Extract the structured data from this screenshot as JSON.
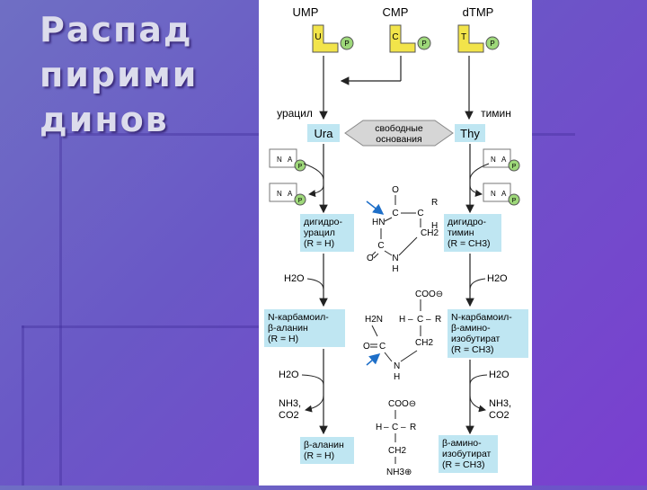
{
  "slide": {
    "title_lines": [
      "Распад",
      "пирими",
      "динов"
    ]
  },
  "diagram": {
    "nucleotides": {
      "ump": "UMP",
      "cmp": "CMP",
      "dtmp": "dTMP",
      "u": "U",
      "c": "C",
      "t": "T",
      "p": "P"
    },
    "bases": {
      "uracil_label": "урацил",
      "thymine_label": "тимин",
      "ura": "Ura",
      "thy": "Thy",
      "free_bases_line1": "свободные",
      "free_bases_line2": "основания"
    },
    "cofactor": {
      "n": "N",
      "a": "A",
      "p": "P"
    },
    "dihydrouracil": [
      "дигидро-",
      "урацил",
      "(R = H)"
    ],
    "dihydrothymine": [
      "дигидро-",
      "тимин",
      "(R = CH3)"
    ],
    "carbamoyl_alanine": [
      "N-карбамоил-",
      "β-аланин",
      "(R = H)"
    ],
    "carbamoyl_aminoisobutyrate": [
      "N-карбамоил-",
      "β-амино-",
      "изобутират",
      "(R = CH3)"
    ],
    "beta_alanine": [
      "β-аланин",
      "(R = H)"
    ],
    "beta_aminoisobutyrate": [
      "β-амино-",
      "изобутират",
      "(R = CH3)"
    ],
    "reagents": {
      "h2o": "H2O",
      "nh3": "NH3,",
      "co2": "CO2"
    },
    "chem": {
      "o": "O",
      "c": "C",
      "hn": "HN",
      "nh": "N",
      "h": "H",
      "r": "R",
      "ch2": "CH2",
      "coo": "COO⊖",
      "h2n": "H2N",
      "dash": "–",
      "nh3plus": "NH3⊕"
    }
  }
}
